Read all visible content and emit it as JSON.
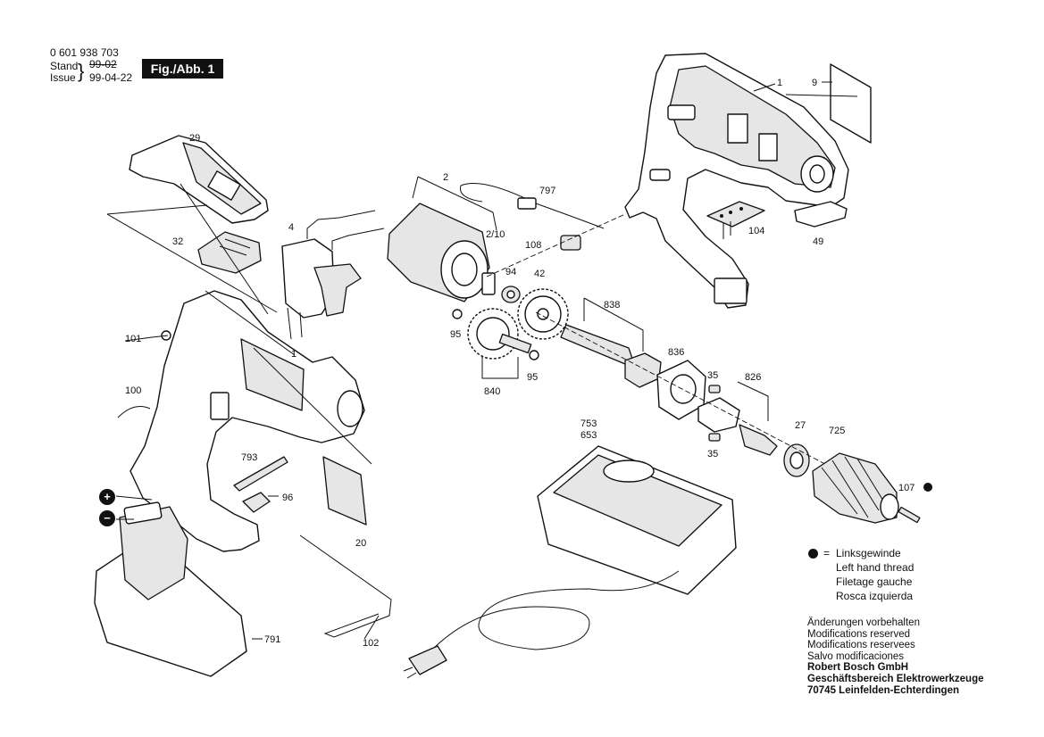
{
  "header": {
    "part_number": "0 601 938 703",
    "stand_label": "Stand",
    "stand_value": "99-02",
    "issue_label": "Issue",
    "issue_value": "99-04-22",
    "figure_tag": "Fig./Abb. 1"
  },
  "labels": {
    "p1_top": "1",
    "p9": "9",
    "p29": "29",
    "p2": "2",
    "p797": "797",
    "p4": "4",
    "p2_10": "2/10",
    "p32": "32",
    "p108": "108",
    "p104": "104",
    "p49": "49",
    "p94": "94",
    "p42": "42",
    "p838": "838",
    "p95a": "95",
    "p95b": "95",
    "p840": "840",
    "p101": "101",
    "p1_mid": "1",
    "p836": "836",
    "p35a": "35",
    "p826": "826",
    "p100": "100",
    "p753": "753",
    "p653": "653",
    "p35b": "35",
    "p27": "27",
    "p725": "725",
    "p793": "793",
    "p96": "96",
    "p107": "107",
    "p20": "20",
    "p791": "791",
    "p102": "102"
  },
  "battery_terminals": {
    "plus": "+",
    "minus": "−"
  },
  "legend": {
    "marker_eq": "=",
    "lines": [
      "Linksgewinde",
      "Left hand thread",
      "Filetage gauche",
      "Rosca izquierda"
    ]
  },
  "notes": {
    "lines": [
      "Änderungen vorbehalten",
      "Modifications reserved",
      "Modifications reservees",
      "Salvo modificaciones"
    ],
    "company_lines": [
      "Robert Bosch GmbH",
      "Geschäftsbereich Elektrowerkzeuge",
      "70745 Leinfelden-Echterdingen"
    ]
  }
}
